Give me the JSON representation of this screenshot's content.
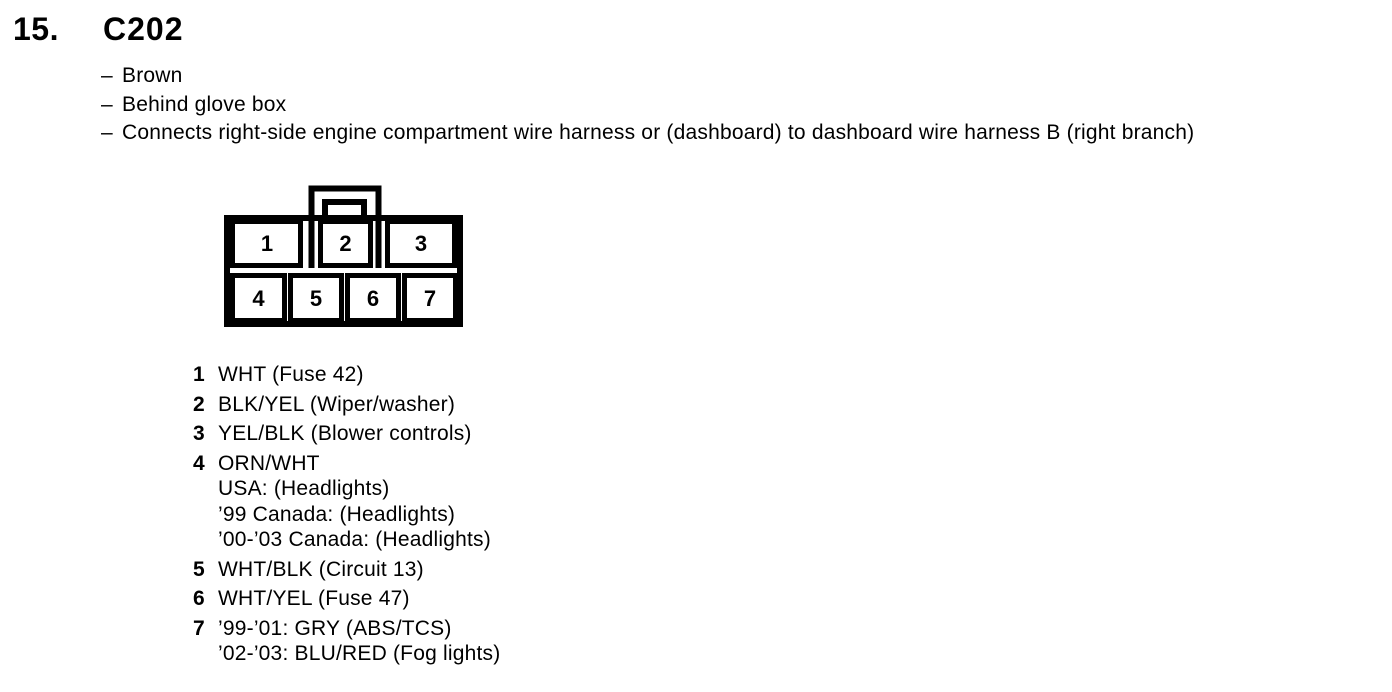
{
  "colors": {
    "background": "#ffffff",
    "ink": "#000000"
  },
  "header": {
    "index": "15.",
    "title": "C202"
  },
  "bullet_dash": "–",
  "details": [
    "Brown",
    "Behind glove box",
    "Connects right-side engine compartment wire harness or (dashboard) to dashboard wire harness B (right branch)"
  ],
  "connector_diagram": {
    "description": "7-cavity connector face view with top-center latch",
    "top_row_pins": [
      "1",
      "2",
      "3"
    ],
    "bottom_row_pins": [
      "4",
      "5",
      "6",
      "7"
    ]
  },
  "pin_list": [
    {
      "pin": "1",
      "lines": [
        "WHT (Fuse 42)"
      ]
    },
    {
      "pin": "2",
      "lines": [
        "BLK/YEL (Wiper/washer)"
      ]
    },
    {
      "pin": "3",
      "lines": [
        "YEL/BLK (Blower controls)"
      ]
    },
    {
      "pin": "4",
      "lines": [
        "ORN/WHT",
        "USA: (Headlights)",
        "’99 Canada: (Headlights)",
        "’00-’03 Canada: (Headlights)"
      ]
    },
    {
      "pin": "5",
      "lines": [
        "WHT/BLK (Circuit 13)"
      ]
    },
    {
      "pin": "6",
      "lines": [
        "WHT/YEL (Fuse 47)"
      ]
    },
    {
      "pin": "7",
      "lines": [
        "’99-’01: GRY (ABS/TCS)",
        "’02-’03: BLU/RED (Fog lights)"
      ]
    }
  ]
}
